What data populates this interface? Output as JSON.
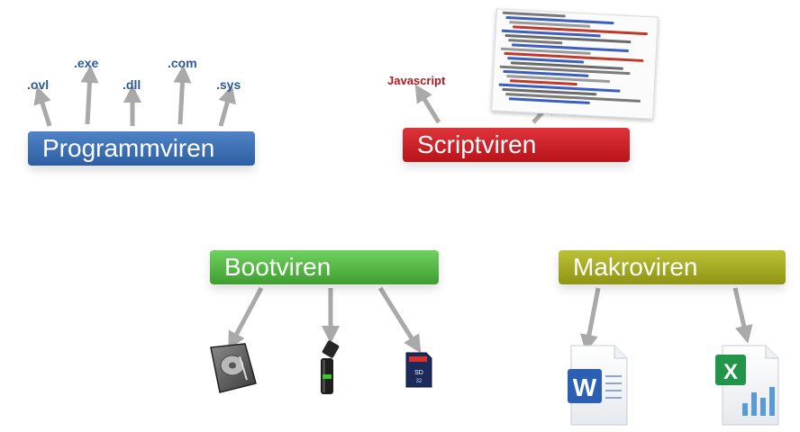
{
  "categories": {
    "programmviren": {
      "label": "Programmviren",
      "color": "#3566ad",
      "file_extensions": [
        ".ovl",
        ".exe",
        ".dll",
        ".com",
        ".sys"
      ]
    },
    "scriptviren": {
      "label": "Scriptviren",
      "color": "#c81e25",
      "language_label": "Javascript",
      "code_icon": "code-listing-icon"
    },
    "bootviren": {
      "label": "Bootviren",
      "color": "#52b843",
      "devices": [
        "hard-drive-icon",
        "usb-stick-icon",
        "sd-card-icon"
      ]
    },
    "makroviren": {
      "label": "Makroviren",
      "color": "#a4aa22",
      "documents": [
        "word-document-icon",
        "excel-document-icon"
      ]
    }
  },
  "arrow_color": "#a9a9a9"
}
